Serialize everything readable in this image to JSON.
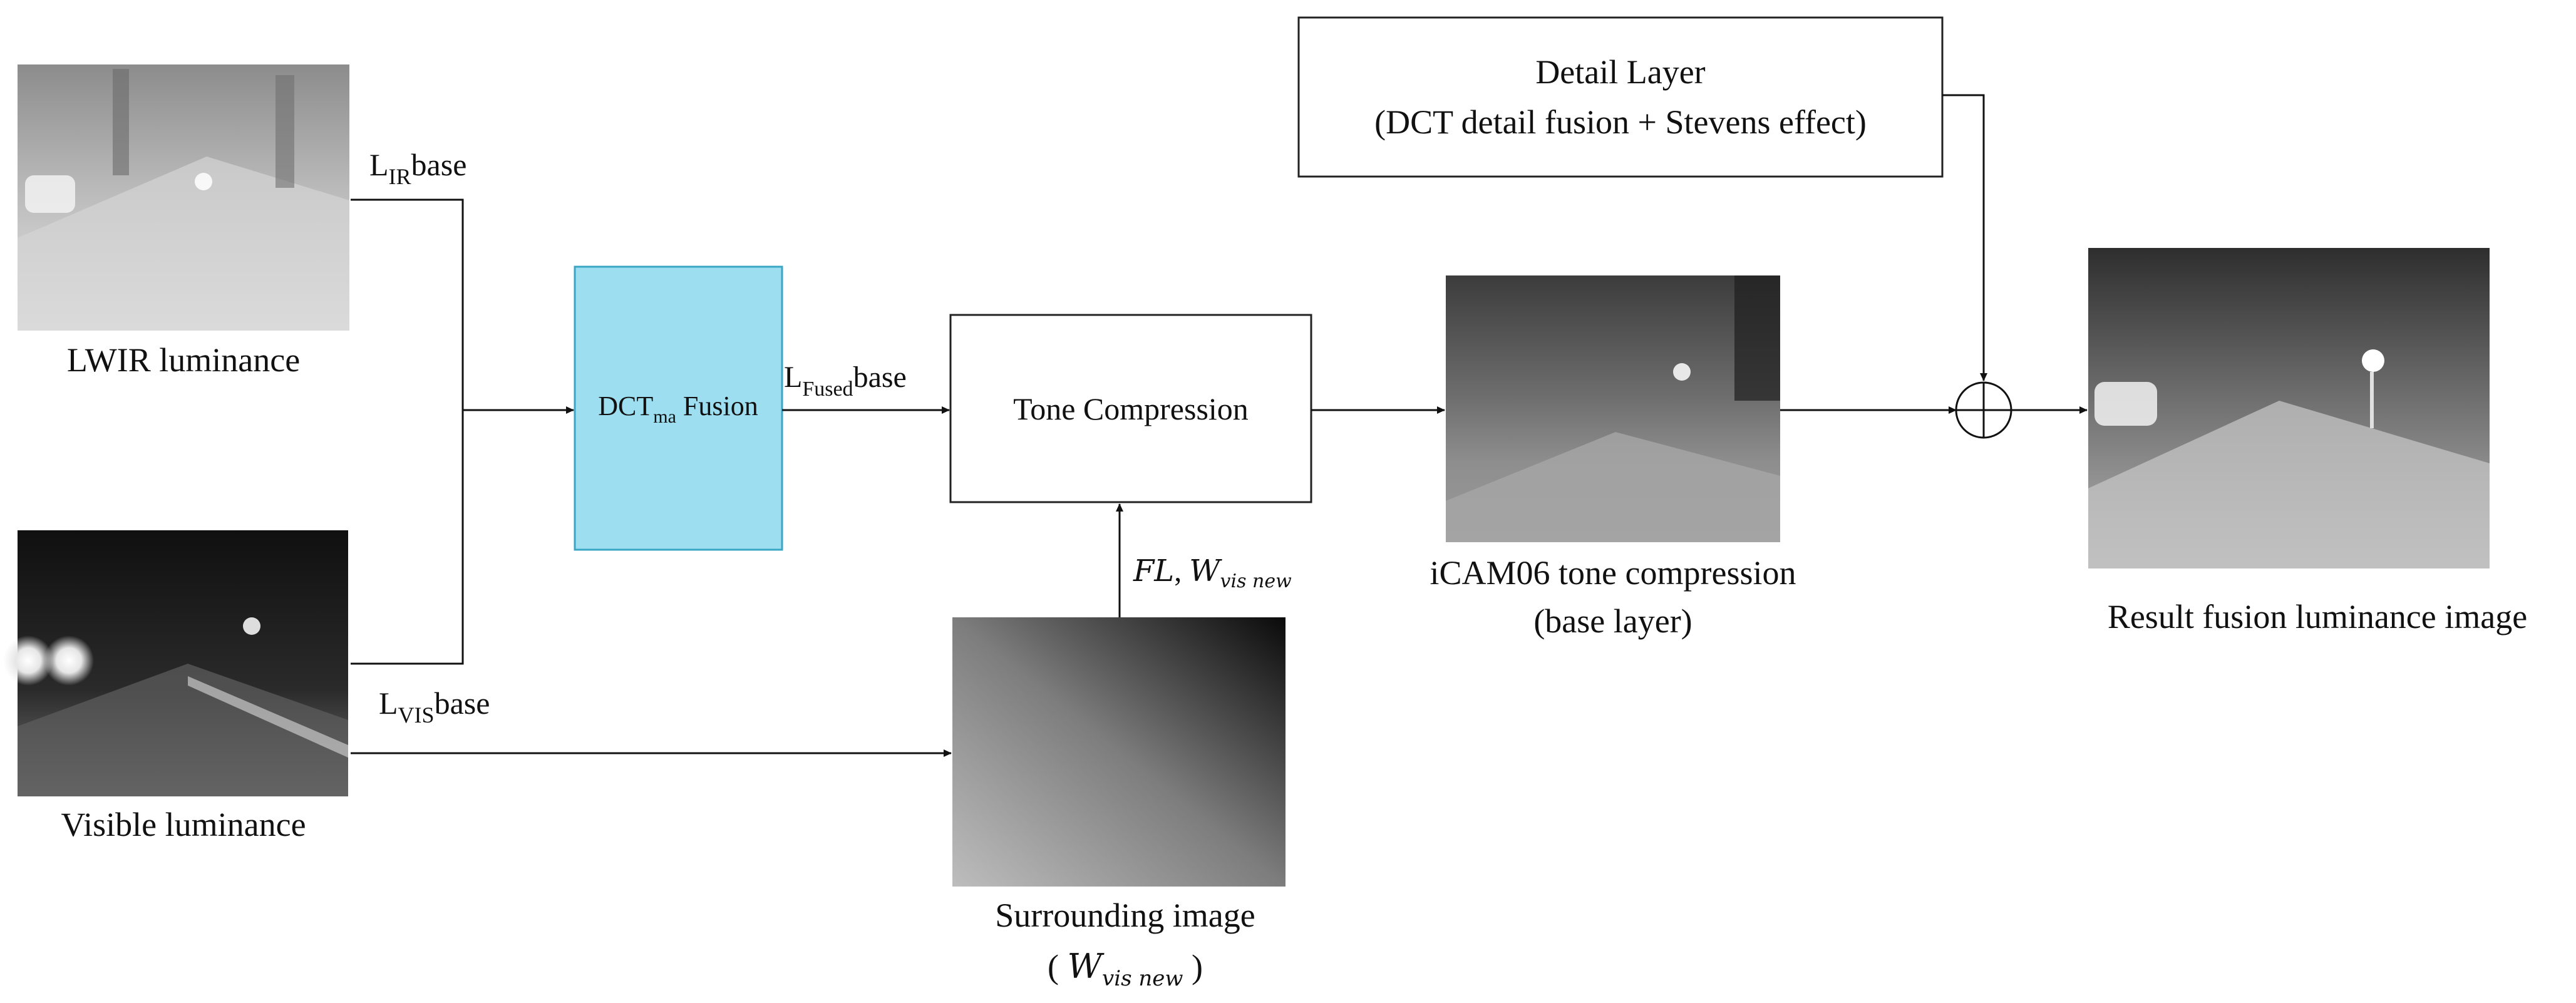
{
  "colors": {
    "fusion_box_fill": "#9ddff0",
    "fusion_box_stroke": "#3aa6c6",
    "line": "#111111"
  },
  "images": {
    "lwir": {
      "caption": "LWIR luminance"
    },
    "visible": {
      "caption": "Visible luminance"
    },
    "surrounding": {
      "caption": "Surrounding image",
      "subcaption": "W",
      "subcaption_sub": "vis new"
    },
    "icam": {
      "caption_line1": "iCAM06 tone compression",
      "caption_line2": "(base layer)"
    },
    "result": {
      "caption": "Result fusion luminance image"
    }
  },
  "boxes": {
    "fusion": {
      "label_main": "DCT",
      "label_sub": "ma",
      "label_rest": " Fusion"
    },
    "tone": {
      "label": "Tone Compression"
    },
    "detail": {
      "line1": "Detail Layer",
      "line2": "(DCT detail fusion + Stevens effect)"
    }
  },
  "edge_labels": {
    "ir_base": {
      "main": "L",
      "sub": "IR",
      "rest": "base"
    },
    "vis_base": {
      "main": "L",
      "sub": "VIS",
      "rest": "base"
    },
    "fused_base": {
      "main": "L",
      "sub": "Fused",
      "rest": "base"
    },
    "fl_w": {
      "fl": "FL",
      "sep": ", ",
      "w": "W",
      "w_sub": "vis new"
    }
  },
  "symbols": {
    "sum": "plus-circle-icon"
  }
}
